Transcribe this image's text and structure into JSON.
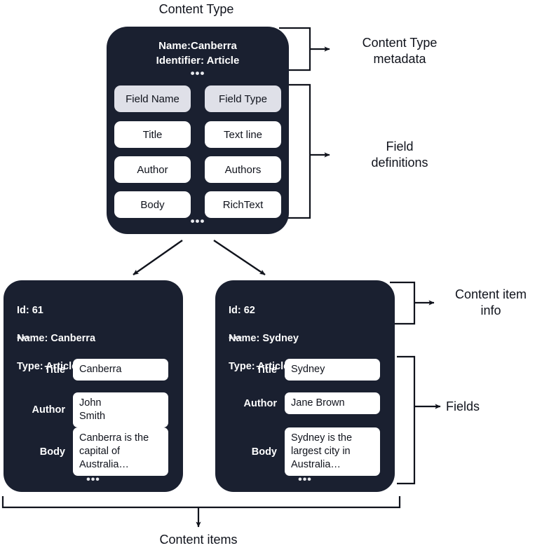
{
  "title": "Content Type",
  "content_type": {
    "name_line": "Name:Canberra",
    "identifier_line": "Identifier: Article",
    "ellipsis": "•••",
    "bottom_ellipsis": "•••",
    "field_table": {
      "headers": [
        "Field Name",
        "Field Type"
      ],
      "rows": [
        [
          "Title",
          "Text line"
        ],
        [
          "Author",
          "Authors"
        ],
        [
          "Body",
          "RichText"
        ]
      ]
    }
  },
  "annotations": {
    "metadata": "Content Type\nmetadata",
    "field_definitions": "Field\ndefinitions",
    "content_item_info": "Content item\ninfo",
    "fields": "Fields",
    "content_items": "Content items"
  },
  "content_items": [
    {
      "id_line": "Id: 61",
      "name_line": "Name: Canberra",
      "type_line": "Type: Article",
      "ellipsis": "•••",
      "bottom_ellipsis": "•••",
      "fields": [
        {
          "label": "Title",
          "value": "Canberra"
        },
        {
          "label": "Author",
          "value": "John\nSmith"
        },
        {
          "label": "Body",
          "value": "Canberra is the capital of Australia…"
        }
      ]
    },
    {
      "id_line": "Id: 62",
      "name_line": "Name: Sydney",
      "type_line": "Type: Article",
      "ellipsis": "•••",
      "bottom_ellipsis": "•••",
      "fields": [
        {
          "label": "Title",
          "value": "Sydney"
        },
        {
          "label": "Author",
          "value": "Jane Brown"
        },
        {
          "label": "Body",
          "value": "Sydney is the largest city in Australia…"
        }
      ]
    }
  ],
  "colors": {
    "card_background": "#1a2030",
    "header_pill": "#dfe0e8",
    "value_pill": "#ffffff",
    "stroke": "#10131c",
    "page_background": "#ffffff"
  }
}
